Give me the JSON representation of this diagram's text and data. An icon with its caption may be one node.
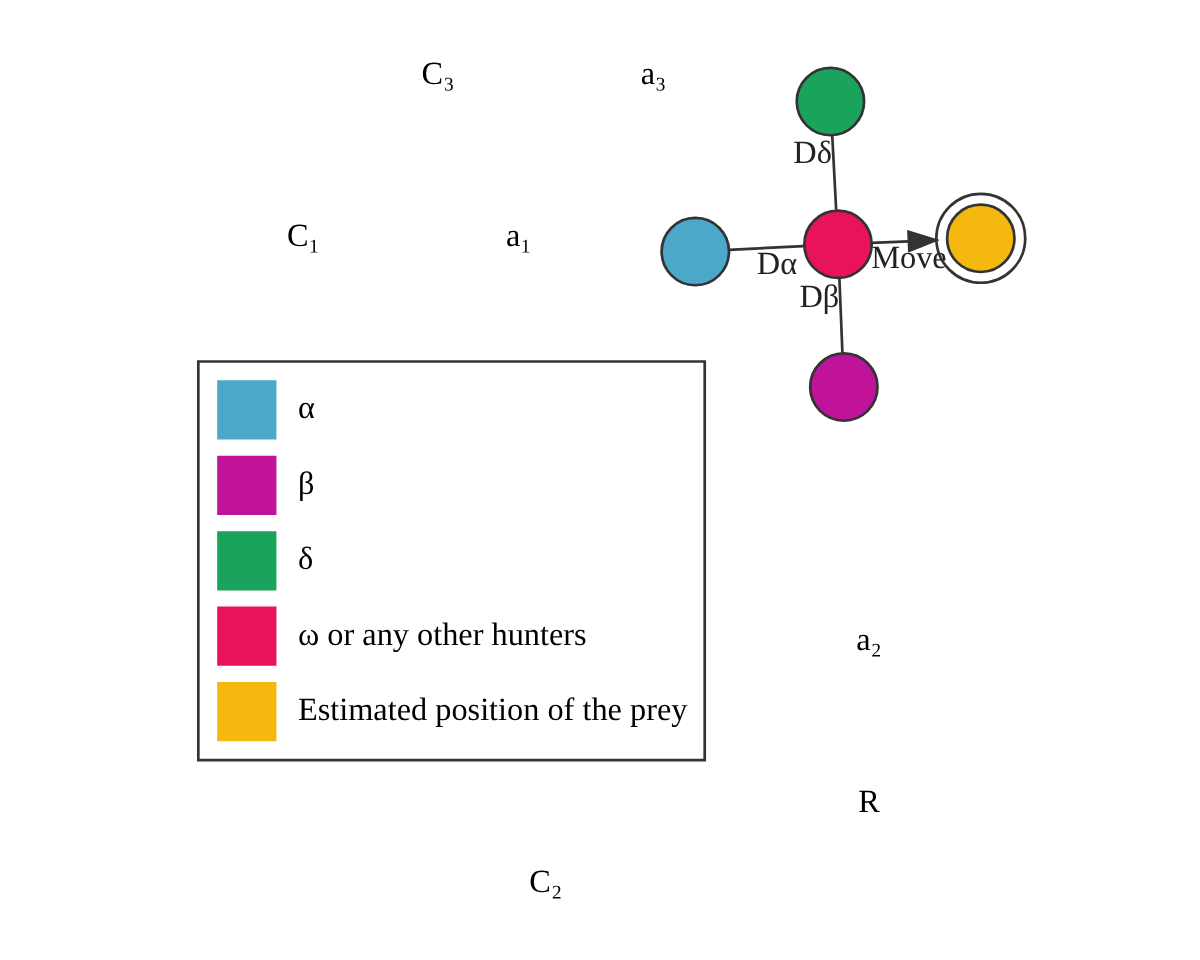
{
  "diagram": {
    "nodes": [
      {
        "text": [],
        "shape": "circle"
      },
      {
        "text": [],
        "shape": "circle"
      },
      {
        "text": [],
        "shape": "circle"
      },
      {
        "text": [],
        "shape": "circle"
      },
      {
        "text": [],
        "shape": "circle"
      }
    ],
    "edges": [
      {
        "from": 0,
        "to": 4,
        "arrow": "none",
        "label": "Dα"
      },
      {
        "from": 2,
        "to": 4,
        "arrow": "none",
        "label": "Dβ"
      },
      {
        "from": 3,
        "to": 4,
        "arrow": "none",
        "label": "Dδ"
      },
      {
        "from": 4,
        "to": 1,
        "arrow": "to",
        "label": "Move"
      }
    ],
    "labels": [
      "a₁",
      "C₁",
      "R",
      "a₂",
      "C₂",
      "a₃",
      "C₃"
    ],
    "legend": [
      {
        "text": "α",
        "color": "#4ba8c8"
      },
      {
        "text": "β",
        "color": "#c0139a"
      },
      {
        "text": "δ",
        "color": "#1aa35a"
      },
      {
        "text": "ω or any other hunters",
        "color": "#e8135a"
      },
      {
        "text": "Estimated position of the prey",
        "color": "#f5b80f"
      }
    ]
  }
}
